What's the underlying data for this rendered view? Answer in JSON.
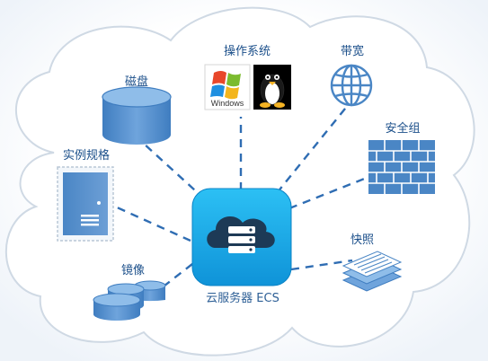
{
  "diagram": {
    "center": {
      "label": "云服务器 ECS",
      "icon": "cloud-server-icon"
    },
    "nodes": [
      {
        "key": "os",
        "label": "操作系统",
        "icons": [
          "windows-logo",
          "linux-tux-icon"
        ],
        "windows_text": "Windows"
      },
      {
        "key": "bandwidth",
        "label": "带宽",
        "icon": "globe-icon"
      },
      {
        "key": "disk",
        "label": "磁盘",
        "icon": "disk-cylinder-icon"
      },
      {
        "key": "security_group",
        "label": "安全组",
        "icon": "firewall-icon"
      },
      {
        "key": "instance_spec",
        "label": "实例规格",
        "icon": "server-tower-icon"
      },
      {
        "key": "snapshot",
        "label": "快照",
        "icon": "snapshot-stack-icon"
      },
      {
        "key": "image",
        "label": "镜像",
        "icon": "image-cylinders-icon"
      }
    ]
  },
  "colors": {
    "center_tile": "#1aa4e6",
    "cloud_fill": "#ffffff",
    "cloud_stroke": "#cfd9e4",
    "background_tint": "#eef3f9",
    "label_text": "#1b4f8a",
    "icon_blue": "#4a86c5",
    "connector": "#2f6db3"
  }
}
